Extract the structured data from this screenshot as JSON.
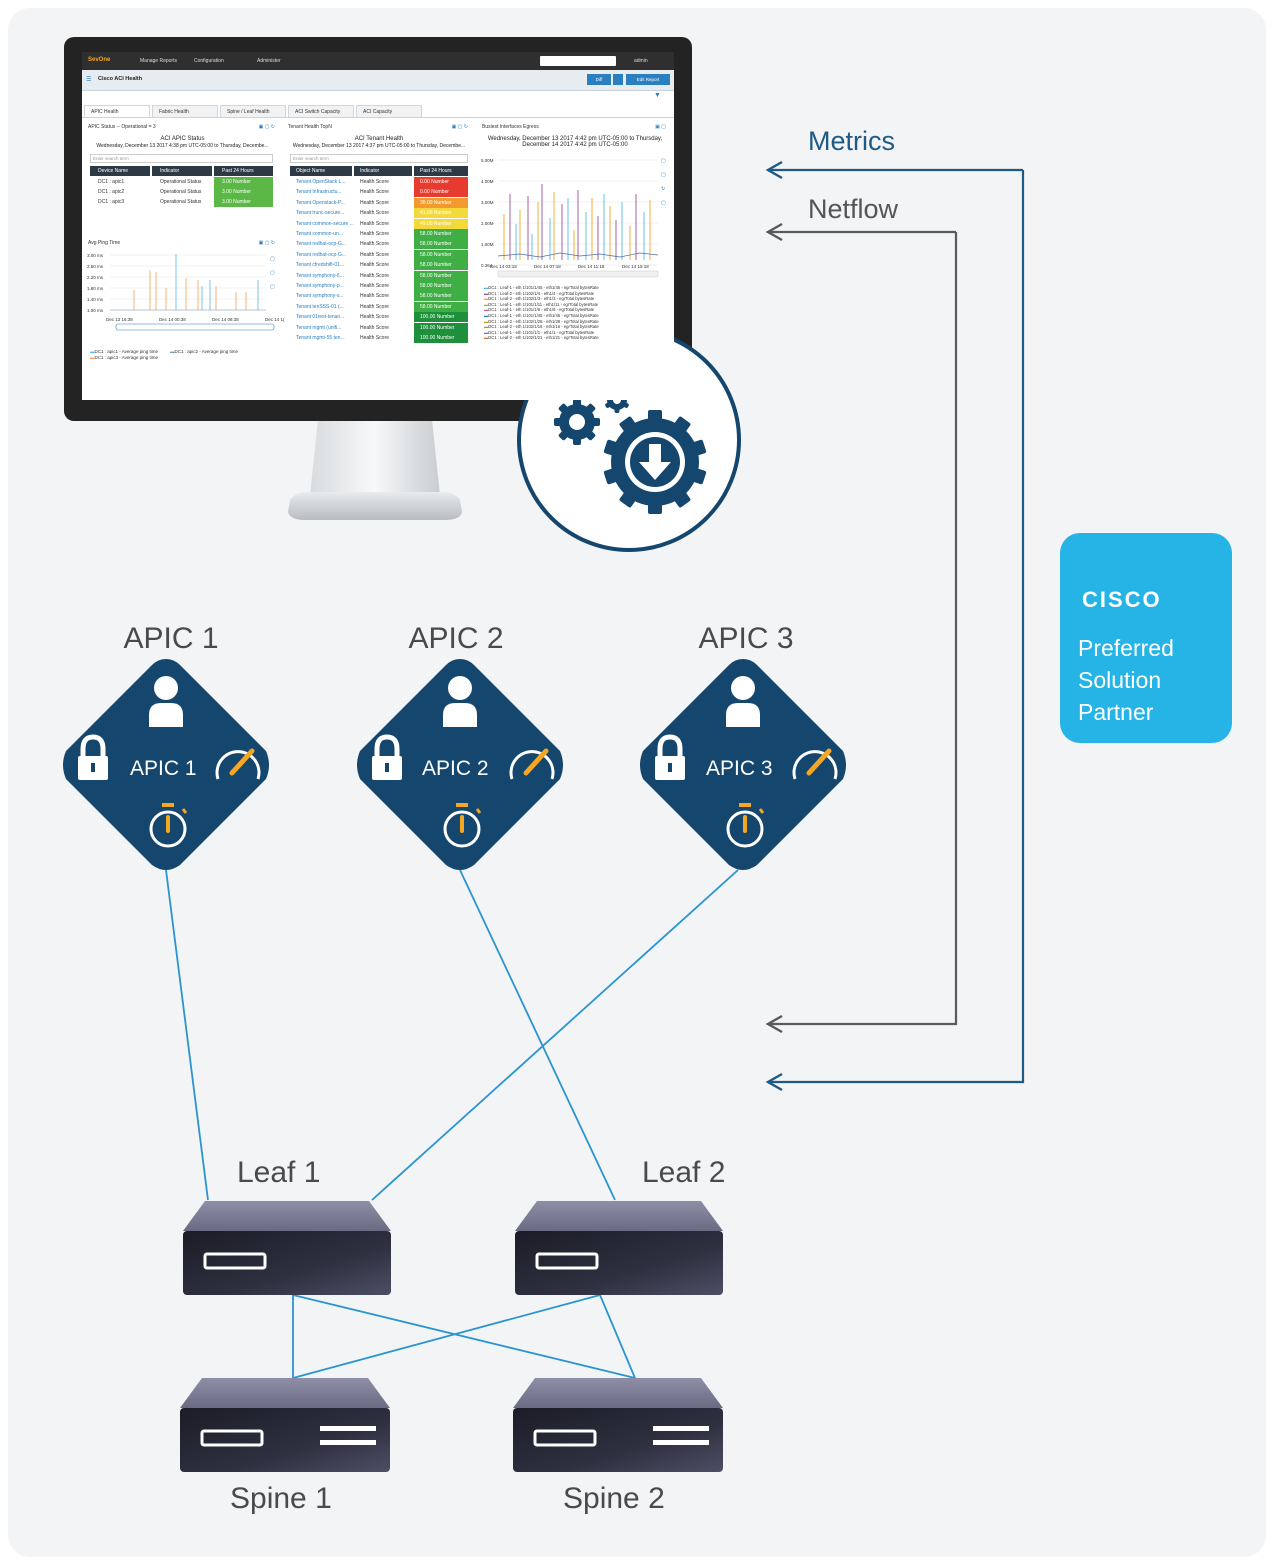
{
  "flows": {
    "metrics_label": "Metrics",
    "netflow_label": "Netflow"
  },
  "badge": {
    "logo": "CISCO",
    "line1": "Preferred",
    "line2": "Solution",
    "line3": "Partner"
  },
  "apics": [
    {
      "name": "APIC 1",
      "inner_label": "APIC 1"
    },
    {
      "name": "APIC 2",
      "inner_label": "APIC 2"
    },
    {
      "name": "APIC 3",
      "inner_label": "APIC 3"
    }
  ],
  "leafs": [
    {
      "name": "Leaf 1"
    },
    {
      "name": "Leaf 2"
    }
  ],
  "spines": [
    {
      "name": "Spine 1"
    },
    {
      "name": "Spine 2"
    }
  ],
  "colors": {
    "navy": "#14466e",
    "cyan_link": "#2a95d0",
    "arrow_grey": "#5a5a5a",
    "metrics_blue": "#1e5a86",
    "badge_blue": "#26b4e6",
    "gauge_orange": "#f5a623"
  },
  "screen": {
    "brand": "SevOne",
    "menu": [
      "Manage Reports",
      "Configuration",
      "Administer"
    ],
    "user": "admin",
    "report_title": "Cisco ACI Health",
    "diff_label": "Diff",
    "edit_label": "Edit Report",
    "tabs": [
      "APIC Health",
      "Fabric Health",
      "Spine / Leaf Health",
      "ACI Switch Capacity",
      "ACI Capacity"
    ],
    "apic_status": {
      "title": "APIC Status -- Operational = 3",
      "heading": "ACI APIC Status",
      "subheading": "Wednesday, December 13 2017 4:38 pm UTC-05:00 to Thursday, Decembe...",
      "search_placeholder": "Enter search term",
      "columns": [
        "Device Name",
        "Indicator",
        "Past 24 Hours"
      ],
      "rows": [
        [
          "DC1 : apic1",
          "Operational Status",
          "3.00 Number"
        ],
        [
          "DC1 : apic2",
          "Operational Status",
          "3.00 Number"
        ],
        [
          "DC1 : apic3",
          "Operational Status",
          "3.00 Number"
        ]
      ]
    },
    "ping": {
      "title": "Avg Ping Time",
      "yticks": [
        "3.00 ms",
        "2.60 ms",
        "2.20 ms",
        "1.80 ms",
        "1.40 ms",
        "1.00 ms"
      ],
      "xticks": [
        "Dec 13 16:38",
        "Dec 14 00:38",
        "Dec 14 08:38",
        "Dec 14 1("
      ],
      "legend1": "DC1 : apic1 - Average ping time",
      "legend2": "DC1 : apic2 - Average ping time",
      "legend3": "DC1 : apic3 - Average ping time"
    },
    "tenant": {
      "title": "Tenant Health TopN",
      "heading": "ACI Tenant Health",
      "subheading": "Wednesday, December 13 2017 4:37 pm UTC-05:00 to Thursday, Decembe...",
      "search_placeholder": "Enter search term",
      "columns": [
        "Object Name",
        "Indicator",
        "Past 24 Hours"
      ],
      "rows": [
        [
          "Tenant OpenStack L...",
          "Health Score",
          "0.00 Number"
        ],
        [
          "Tenant Infrastructu...",
          "Health Score",
          "0.00 Number"
        ],
        [
          "Tenant Openstack-P...",
          "Health Score",
          "38.00 Number"
        ],
        [
          "Tenant trunc-secure...",
          "Health Score",
          "41.00 Number"
        ],
        [
          "Tenant common-secure ...",
          "Health Score",
          "49.00 Number"
        ],
        [
          "Tenant common-un...",
          "Health Score",
          "58.00 Number"
        ],
        [
          "Tenant redhat-ocp-G...",
          "Health Score",
          "58.00 Number"
        ],
        [
          "Tenant redhat-ocp-G...",
          "Health Score",
          "58.00 Number"
        ],
        [
          "Tenant cfredshift-01...",
          "Health Score",
          "58.00 Number"
        ],
        [
          "Tenant symphony-6...",
          "Health Score",
          "58.00 Number"
        ],
        [
          "Tenant symphony-p...",
          "Health Score",
          "58.00 Number"
        ],
        [
          "Tenant symphony-s...",
          "Health Score",
          "58.00 Number"
        ],
        [
          "Tenant tenSSS-01 (...",
          "Health Score",
          "58.00 Number"
        ],
        [
          "Tenant 01test-tenan...",
          "Health Score",
          "100.00 Number"
        ],
        [
          "Tenant mgmt (unifi...",
          "Health Score",
          "100.00 Number"
        ],
        [
          "Tenant mgmt-55 ten...",
          "Health Score",
          "100.00 Number"
        ]
      ]
    },
    "egress": {
      "title": "Busiest Interfaces Egress",
      "heading": "Wednesday, December 13 2017 4:42 pm UTC-05:00 to Thursday, December 14 2017 4:42 pm UTC-05:00",
      "yticks": [
        "5.00M",
        "4.00M",
        "3.00M",
        "2.00M",
        "1.00M",
        "0.364"
      ],
      "xticks": [
        "Dec 14 03:18",
        "Dec 14 07:18",
        "Dec 14 11:18",
        "Dec 14 15:18"
      ],
      "legend": [
        "DC1 : Leaf-1 - eth 1/101/1/45 - eth1/45 - egrTotal bytesRate",
        "DC1 : Leaf-2 - eth 1/102/1/4 - eth1/4 - egrTotal bytesRate",
        "DC1 : Leaf-2 - eth 1/102/1/3 - eth1/3 - egrTotal bytesRate",
        "DC1 : Leaf-1 - eth 1/101/1/11 - eth1/11 - egrTotal bytesRate",
        "DC1 : Leaf-1 - eth 1/101/1/6 - eth1/6 - egrTotal bytesRate",
        "DC1 : Leaf-1 - eth 1/101/1/45 - eth1/45 - egrTotal bytesRate",
        "DC1 : Leaf-2 - eth 1/102/1/28 - eth1/28 - egrTotal bytesRate",
        "DC1 : Leaf-2 - eth 1/102/1/16 - eth1/16 - egrTotal bytesRate",
        "DC1 : Leaf-1 - eth 1/101/1/1 - eth1/1 - egrTotal bytesRate",
        "DC1 : Leaf-2 - eth 1/102/1/21 - eth1/21 - egrTotal bytesRate"
      ]
    }
  }
}
